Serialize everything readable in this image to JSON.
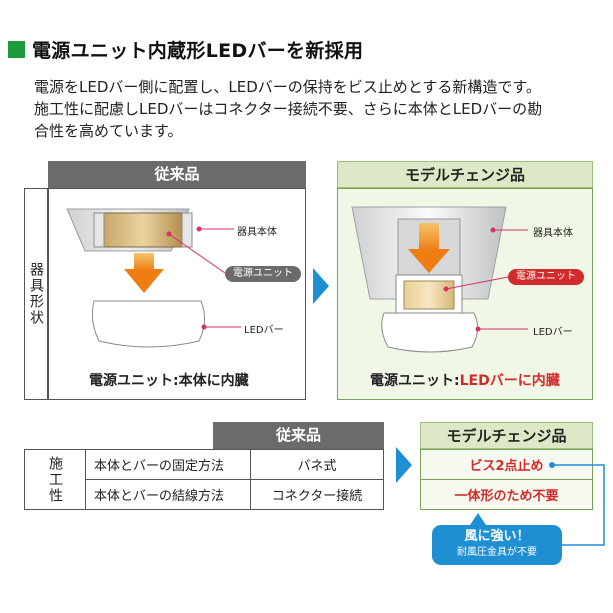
{
  "heading": "電源ユニット内蔵形LEDバーを新採用",
  "description": [
    "電源をLEDバー側に配置し、LEDバーの保持をビス止めとする新構造です。",
    "施工性に配慮しLEDバーはコネクター接続不要、さらに本体とLEDバーの勘",
    "合性を高めています。"
  ],
  "upper": {
    "old_header": "従来品",
    "new_header": "モデルチェンジ品",
    "side_label": "器具形状",
    "old_labels": {
      "body": "器具本体",
      "unit": "電源ユニット",
      "bar": "LEDバー"
    },
    "new_labels": {
      "body": "器具本体",
      "unit": "電源ユニット",
      "bar": "LEDバー"
    },
    "old_caption": "電源ユニット:本体に内臓",
    "new_caption_prefix": "電源ユニット:",
    "new_caption_highlight": "LEDバーに内臓"
  },
  "lower": {
    "old_header": "従来品",
    "new_header": "モデルチェンジ品",
    "side_label": "施工性",
    "rows": [
      {
        "item": "本体とバーの固定方法",
        "old": "バネ式",
        "new": "ビス2点止め"
      },
      {
        "item": "本体とバーの結線方法",
        "old": "コネクター接続",
        "new": "一体形のため不要"
      }
    ]
  },
  "callout": {
    "line1": "風に強い！",
    "line2": "耐風圧金具が不要"
  },
  "colors": {
    "accent_green": "#1c9a3c",
    "arrow_blue": "#1f8fd3",
    "highlight_red": "#d22b2b",
    "arrow_orange": "#f08a1c"
  }
}
